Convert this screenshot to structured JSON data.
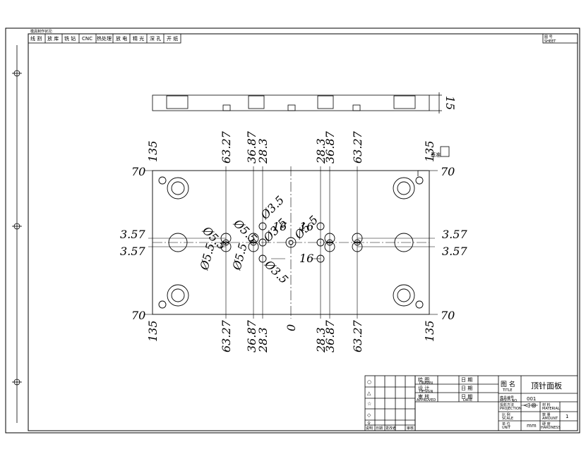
{
  "header_table": {
    "caption": "模具制作状况:",
    "cells": [
      "线 割",
      "放 库",
      "铣 钻",
      "CNC",
      "热处理",
      "放 电",
      "精 光",
      "深 孔",
      "开 纸"
    ],
    "sheet_label": "图 号",
    "sheet_sub": "SHEET"
  },
  "side_view": {
    "thickness": "15"
  },
  "plate": {
    "corner_dims": {
      "top_left": "70",
      "top_right": "70",
      "bottom_left": "70",
      "bottom_right": "70",
      "left_top_x": "135",
      "right_top_x": "135",
      "left_bottom_x": "135",
      "right_bottom_x": "135"
    },
    "top_dims": [
      "63.27",
      "36.87",
      "28.3",
      "28.3",
      "36.87",
      "63.27"
    ],
    "bottom_dims": [
      "63.27",
      "36.87",
      "28.3",
      "0",
      "28.3",
      "36.87",
      "63.27"
    ],
    "side_dims": {
      "left_upper": "3.57",
      "left_lower": "3.57",
      "right_upper": "3.57",
      "right_lower": "3.57"
    },
    "hole_labels": [
      "Ø5.5",
      "Ø5.5",
      "Ø3.5",
      "16",
      "Ø3.5",
      "Ø5.5",
      "16",
      "Ø5.5",
      "Ø5.5",
      "Ø3.5",
      "16"
    ],
    "datum_mark": "基准"
  },
  "title_block": {
    "revision_marks": [
      "○",
      "△",
      "☆",
      "◇",
      "令"
    ],
    "revision_footer": [
      "说明",
      "日期",
      "更改者",
      "审核"
    ],
    "labels": {
      "drawn": "绘 图",
      "drawn_en": "DRAWN",
      "design": "设 计",
      "design_en": "DESIGN",
      "approved": "审 核",
      "approved_en": "APPROVED",
      "date1": "日 期",
      "date2": "日 期",
      "date3": "日 期",
      "date_en": "DATE",
      "title_label": "图 名",
      "title_en": "TITLE",
      "mold_no": "模具编号",
      "mold_no_en": "MOLD NO.",
      "projection": "投影方法",
      "projection_en": "PROJECTION",
      "scale": "比 例",
      "scale_en": "SCALE",
      "unit": "单 位",
      "unit_en": "UNIT",
      "material": "材 料",
      "material_en": "MATERIAL",
      "amount": "数 量",
      "amount_en": "AMOUNT",
      "hardness": "硬 度",
      "hardness_en": "HARDNESS"
    },
    "title": "顶针面板",
    "mold_number": "001",
    "unit_value": "mm",
    "amount_value": "1"
  }
}
